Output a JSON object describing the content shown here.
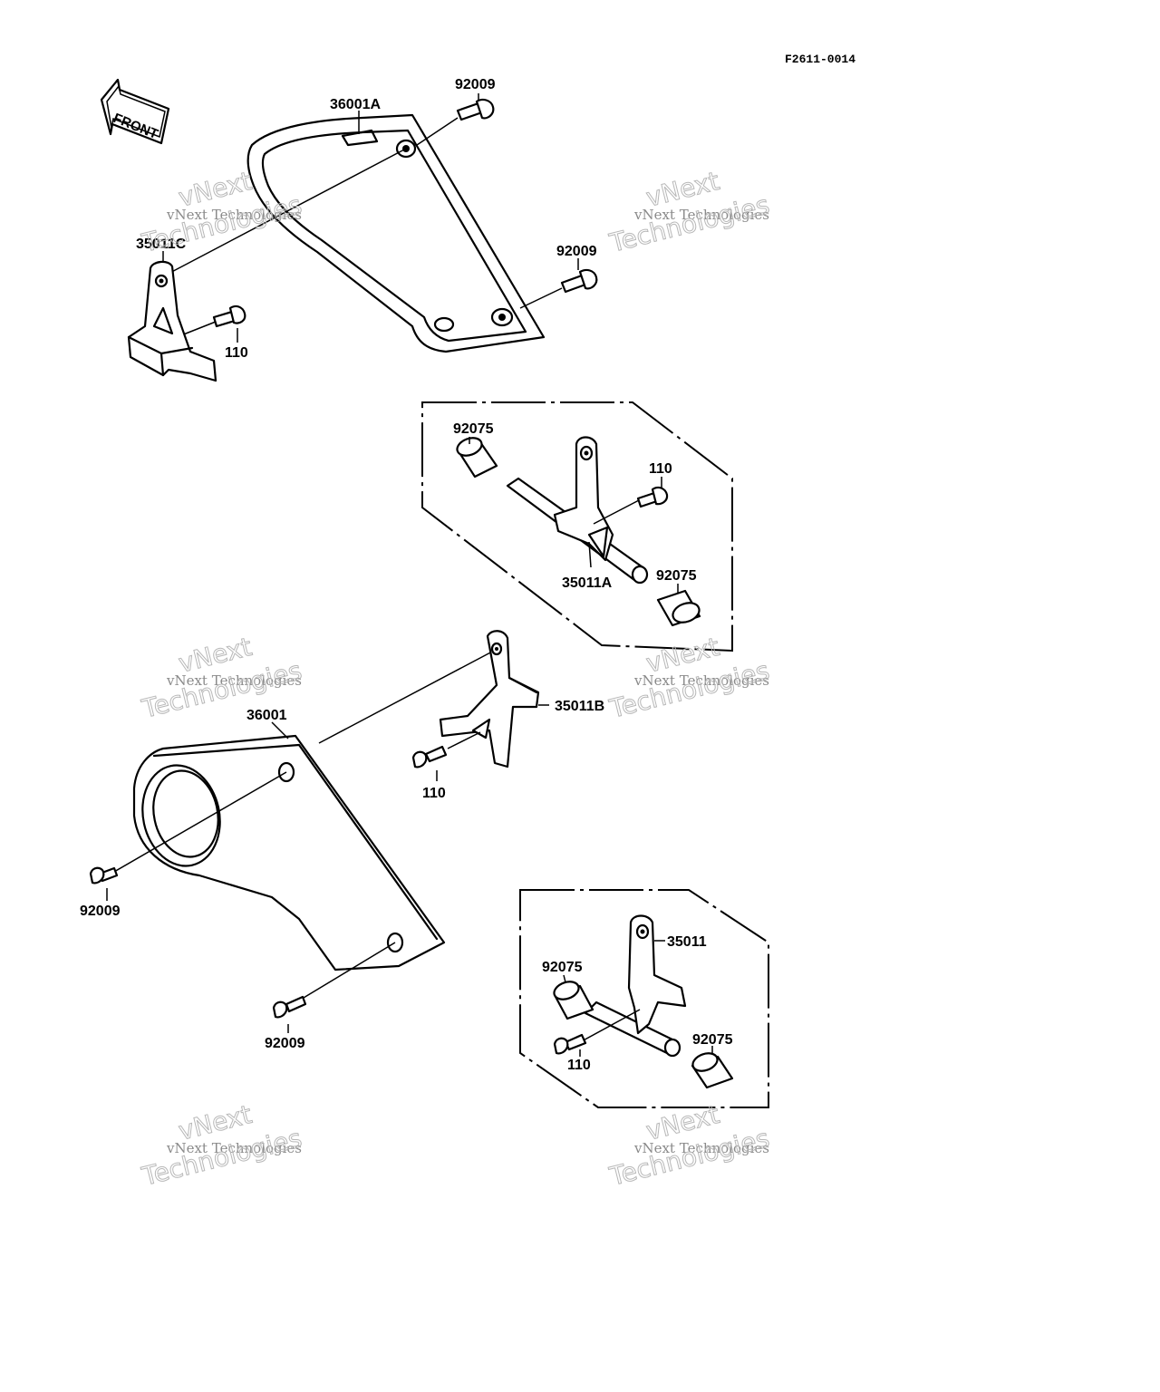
{
  "document": {
    "id": "F2611-0014"
  },
  "front_arrow": {
    "label": "FRONT"
  },
  "watermarks": [
    {
      "line1": "vNext",
      "line2": "vNext Technologies",
      "line3": "Technologies"
    },
    {
      "line1": "vNext",
      "line2": "vNext Technologies",
      "line3": "Technologies"
    },
    {
      "line1": "vNext",
      "line2": "vNext Technologies",
      "line3": "Technologies"
    },
    {
      "line1": "vNext",
      "line2": "vNext Technologies",
      "line3": "Technologies"
    },
    {
      "line1": "vNext",
      "line2": "vNext Technologies",
      "line3": "Technologies"
    },
    {
      "line1": "vNext",
      "line2": "vNext Technologies",
      "line3": "Technologies"
    }
  ],
  "callouts": {
    "guard_a": "36001A",
    "bolt_top": "92009",
    "bolt_right_top": "92009",
    "bracket_c": "35011C",
    "bolt_110_top": "110",
    "collar_a_top": "92075",
    "bolt_110_box_a": "110",
    "bracket_a": "35011A",
    "collar_a_bottom": "92075",
    "bracket_b": "35011B",
    "guard": "36001",
    "bolt_110_mid": "110",
    "bolt_left_lower": "92009",
    "bolt_bottom": "92009",
    "bracket": "35011",
    "collar_b_left": "92075",
    "bolt_110_box_b": "110",
    "collar_b_right": "92075"
  }
}
